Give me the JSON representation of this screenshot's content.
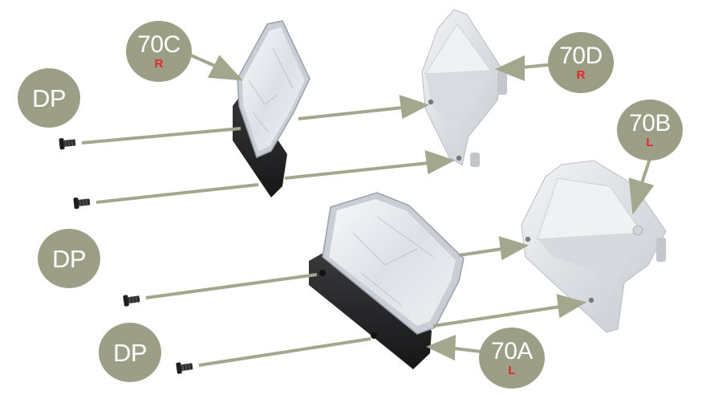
{
  "colors": {
    "badge": "#9c9f86",
    "arrow": "#a3a78d",
    "side_mark": "#e3262b",
    "lens_frame": "#c9ced6",
    "housing_dark": "#2a2a2c",
    "reflector": "#e4e6ea"
  },
  "labels": {
    "part_70c": {
      "code": "70C",
      "side": "R"
    },
    "part_70d": {
      "code": "70D",
      "side": "R"
    },
    "part_70b": {
      "code": "70B",
      "side": "L"
    },
    "part_70a": {
      "code": "70A",
      "side": "L"
    },
    "screw_top": {
      "code": "DP"
    },
    "screw_bottom": {
      "code": "DP"
    },
    "screw_lower": {
      "code": "DP"
    }
  },
  "icons": {
    "screw": "screw-icon",
    "arrow": "arrow-icon"
  }
}
